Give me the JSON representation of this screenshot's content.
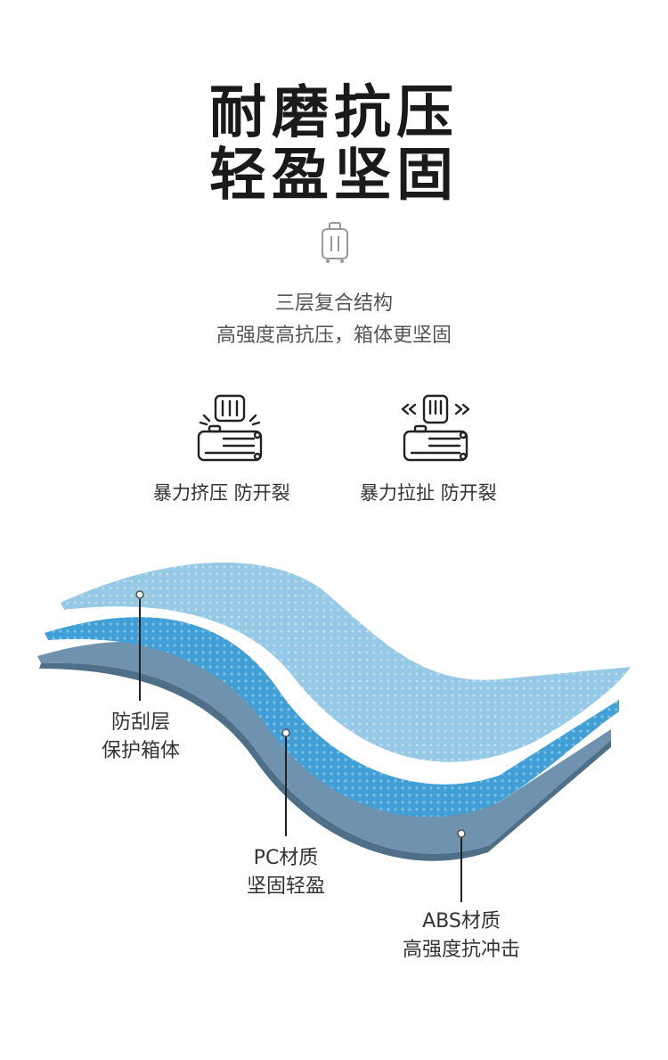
{
  "header": {
    "title_line1": "耐磨抗压",
    "title_line2": "轻盈坚固"
  },
  "intro": {
    "icon": "luggage-icon",
    "line1": "三层复合结构",
    "line2": "高强度高抗压，箱体更坚固"
  },
  "features": [
    {
      "icon": "fist-press-suitcase-icon",
      "label": "暴力挤压 防开裂"
    },
    {
      "icon": "fist-pull-suitcase-icon",
      "label": "暴力拉扯 防开裂"
    }
  ],
  "layers": [
    {
      "name_line1": "防刮层",
      "name_line2": "保护箱体",
      "color": "#8cc4e4"
    },
    {
      "name_line1": "PC材质",
      "name_line2": "坚固轻盈",
      "color": "#3f9fd6"
    },
    {
      "name_line1": "ABS材质",
      "name_line2": "高强度抗冲击",
      "color": "#6f93af"
    }
  ]
}
